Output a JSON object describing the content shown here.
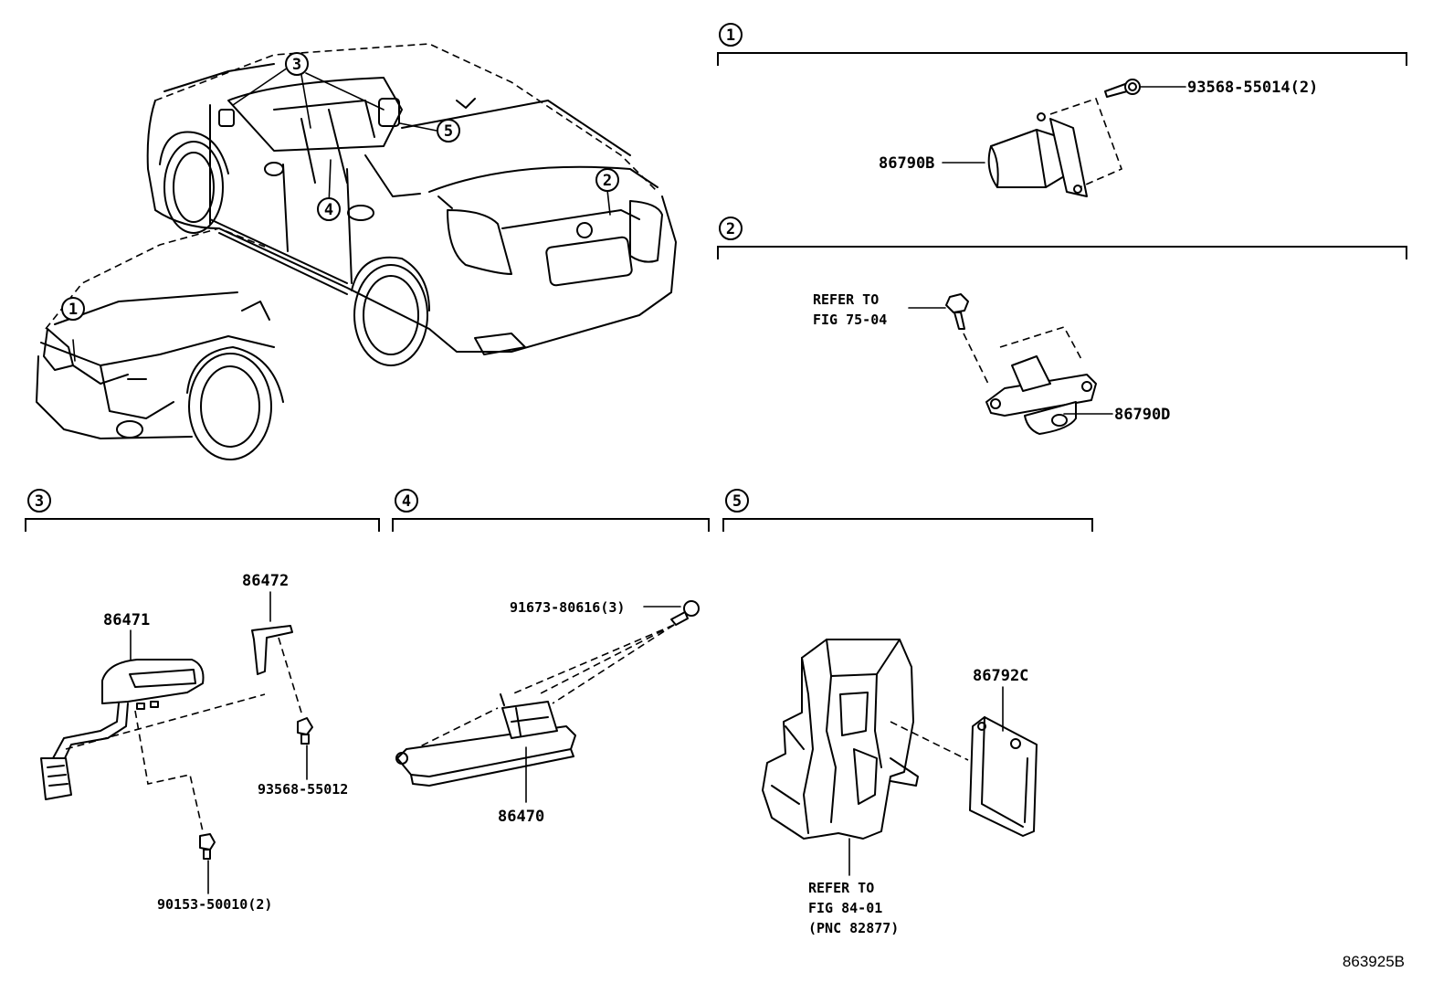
{
  "sections": [
    {
      "num": "1"
    },
    {
      "num": "2"
    },
    {
      "num": "3"
    },
    {
      "num": "4"
    },
    {
      "num": "5"
    }
  ],
  "vehicle_callouts": [
    "3",
    "5",
    "2",
    "4",
    "1"
  ],
  "parts": {
    "bolt_93568_55014": "93568-55014(2)",
    "camera_86790b": "86790B",
    "refer_75_line1": "REFER TO",
    "refer_75_line2": "FIG 75-04",
    "camera_86790d": "86790D",
    "display_86471": "86471",
    "bracket_86472": "86472",
    "screw_93568_55012": "93568-55012",
    "screw_90153_50010": "90153-50010(2)",
    "bolt_91673_80616": "91673-80616(3)",
    "switch_86470": "86470",
    "ecu_86792c": "86792C",
    "refer_84_line1": "REFER TO",
    "refer_84_line2": "FIG 84-01",
    "refer_84_line3": "(PNC 82877)"
  },
  "illustration_code": "863925B"
}
